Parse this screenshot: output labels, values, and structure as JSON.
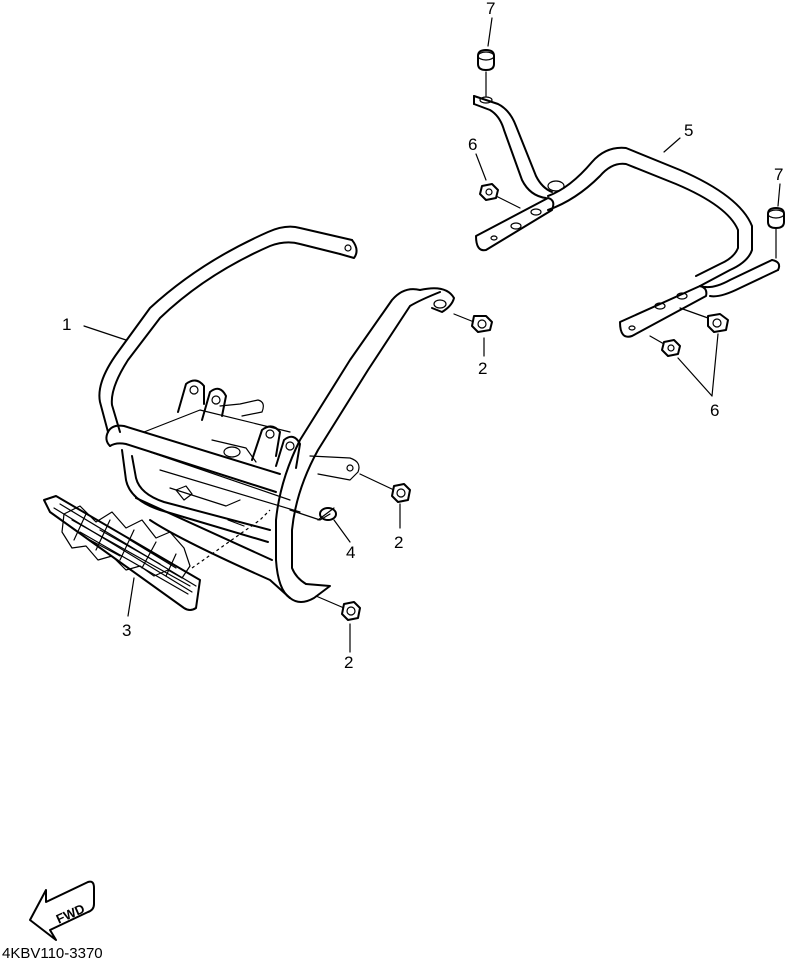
{
  "callouts": {
    "c1": "1",
    "c2a": "2",
    "c2b": "2",
    "c2c": "2",
    "c3": "3",
    "c4": "4",
    "c5": "5",
    "c6a": "6",
    "c6b": "6",
    "c7a": "7",
    "c7b": "7"
  },
  "fwd_label": "FWD",
  "diagram_code": "4KBV110-3370",
  "icons": {
    "fwd": "fwd-arrow-icon",
    "bolt": "bolt-icon",
    "grommet": "grommet-icon",
    "washer": "washer-icon"
  }
}
